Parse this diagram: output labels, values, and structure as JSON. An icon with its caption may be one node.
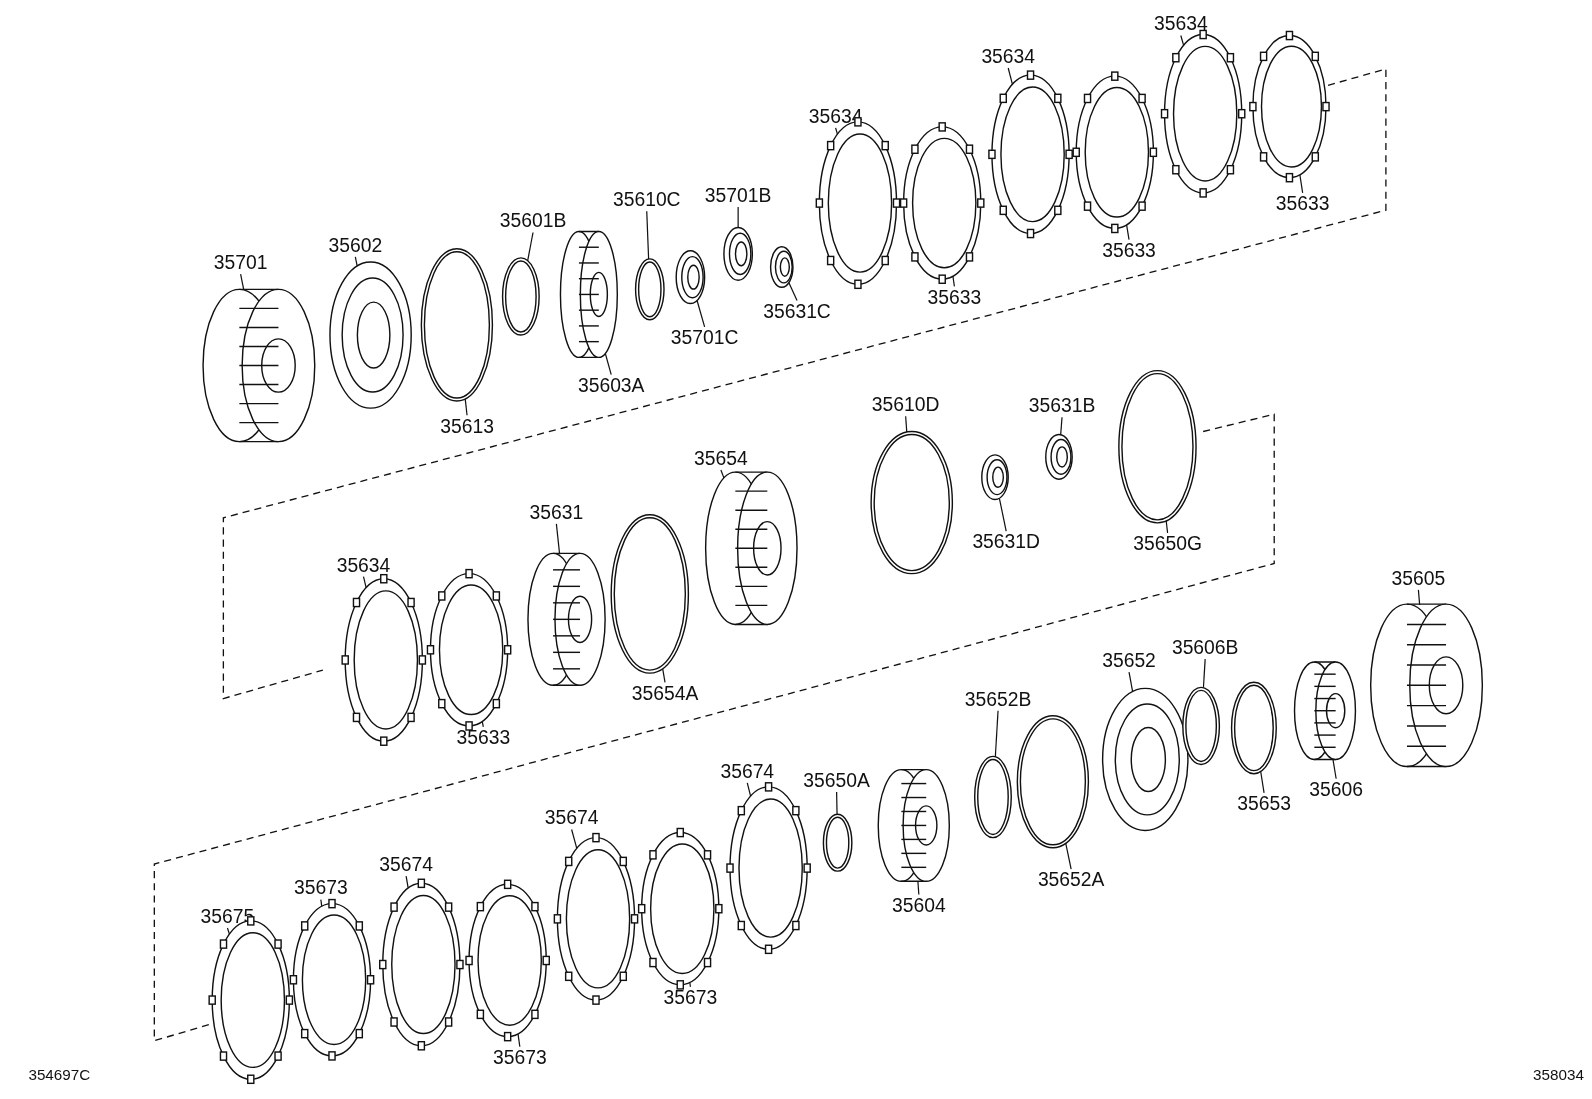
{
  "diagram": {
    "nodes": [
      {
        "text": [
          "35701"
        ]
      },
      {
        "text": [],
        "shape": "picture"
      },
      {
        "text": [
          "35602"
        ]
      },
      {
        "text": [],
        "shape": "picture"
      },
      {
        "text": [
          "35613"
        ]
      },
      {
        "text": [],
        "shape": "picture"
      },
      {
        "text": [
          "35601B"
        ]
      },
      {
        "text": [],
        "shape": "picture"
      },
      {
        "text": [
          "35603A"
        ]
      },
      {
        "text": [],
        "shape": "picture"
      },
      {
        "text": [
          "35610C"
        ]
      },
      {
        "text": [],
        "shape": "picture"
      },
      {
        "text": [
          "35701C"
        ]
      },
      {
        "text": [],
        "shape": "picture"
      },
      {
        "text": [
          "35701B"
        ]
      },
      {
        "text": [],
        "shape": "picture"
      },
      {
        "text": [
          "35631C"
        ]
      },
      {
        "text": [],
        "shape": "picture"
      },
      {
        "text": [
          "35634"
        ]
      },
      {
        "text": [],
        "shape": "picture"
      },
      {
        "text": [
          "35633"
        ]
      },
      {
        "text": [],
        "shape": "picture"
      },
      {
        "text": [
          "35634"
        ]
      },
      {
        "text": [],
        "shape": "picture"
      },
      {
        "text": [
          "35633"
        ]
      },
      {
        "text": [],
        "shape": "picture"
      },
      {
        "text": [
          "35634"
        ]
      },
      {
        "text": [],
        "shape": "picture"
      },
      {
        "text": [
          "35633"
        ]
      },
      {
        "text": [],
        "shape": "picture"
      },
      {
        "text": [
          "35634"
        ]
      },
      {
        "text": [],
        "shape": "picture"
      },
      {
        "text": [
          "35633"
        ]
      },
      {
        "text": [],
        "shape": "picture"
      },
      {
        "text": [
          "35631"
        ]
      },
      {
        "text": [],
        "shape": "picture"
      },
      {
        "text": [
          "35654A"
        ]
      },
      {
        "text": [],
        "shape": "picture"
      },
      {
        "text": [
          "35654"
        ]
      },
      {
        "text": [],
        "shape": "picture"
      },
      {
        "text": [
          "35610D"
        ]
      },
      {
        "text": [],
        "shape": "picture"
      },
      {
        "text": [
          "35631D"
        ]
      },
      {
        "text": [],
        "shape": "picture"
      },
      {
        "text": [
          "35631B"
        ]
      },
      {
        "text": [],
        "shape": "picture"
      },
      {
        "text": [
          "35650G"
        ]
      },
      {
        "text": [],
        "shape": "picture"
      },
      {
        "text": [
          "35675"
        ]
      },
      {
        "text": [],
        "shape": "picture"
      },
      {
        "text": [
          "35673"
        ]
      },
      {
        "text": [],
        "shape": "picture"
      },
      {
        "text": [
          "35674"
        ]
      },
      {
        "text": [],
        "shape": "picture"
      },
      {
        "text": [
          "35673"
        ]
      },
      {
        "text": [],
        "shape": "picture"
      },
      {
        "text": [
          "35674"
        ]
      },
      {
        "text": [],
        "shape": "picture"
      },
      {
        "text": [
          "35673"
        ]
      },
      {
        "text": [],
        "shape": "picture"
      },
      {
        "text": [
          "35674"
        ]
      },
      {
        "text": [],
        "shape": "picture"
      },
      {
        "text": [
          "35650A"
        ]
      },
      {
        "text": [],
        "shape": "picture"
      },
      {
        "text": [
          "35604"
        ]
      },
      {
        "text": [],
        "shape": "picture"
      },
      {
        "text": [
          "35652B"
        ]
      },
      {
        "text": [],
        "shape": "picture"
      },
      {
        "text": [
          "35652A"
        ]
      },
      {
        "text": [],
        "shape": "picture"
      },
      {
        "text": [
          "35652"
        ]
      },
      {
        "text": [],
        "shape": "picture"
      },
      {
        "text": [
          "35606B"
        ]
      },
      {
        "text": [],
        "shape": "picture"
      },
      {
        "text": [
          "35653"
        ]
      },
      {
        "text": [],
        "shape": "picture"
      },
      {
        "text": [
          "35606"
        ]
      },
      {
        "text": [],
        "shape": "picture"
      },
      {
        "text": [
          "35605"
        ]
      },
      {
        "text": [],
        "shape": "picture"
      }
    ],
    "edges": [
      {
        "from": 0,
        "to": 1,
        "arrow": "none"
      },
      {
        "from": 2,
        "to": 3,
        "arrow": "none"
      },
      {
        "from": 4,
        "to": 5,
        "arrow": "none"
      },
      {
        "from": 6,
        "to": 7,
        "arrow": "none"
      },
      {
        "from": 8,
        "to": 9,
        "arrow": "none"
      },
      {
        "from": 10,
        "to": 11,
        "arrow": "none"
      },
      {
        "from": 12,
        "to": 13,
        "arrow": "none"
      },
      {
        "from": 14,
        "to": 15,
        "arrow": "none"
      },
      {
        "from": 16,
        "to": 17,
        "arrow": "none"
      },
      {
        "from": 18,
        "to": 19,
        "arrow": "none"
      },
      {
        "from": 20,
        "to": 21,
        "arrow": "none"
      },
      {
        "from": 22,
        "to": 23,
        "arrow": "none"
      },
      {
        "from": 24,
        "to": 25,
        "arrow": "none"
      },
      {
        "from": 26,
        "to": 27,
        "arrow": "none"
      },
      {
        "from": 28,
        "to": 29,
        "arrow": "none"
      },
      {
        "from": 30,
        "to": 31,
        "arrow": "none"
      },
      {
        "from": 32,
        "to": 33,
        "arrow": "none"
      },
      {
        "from": 34,
        "to": 35,
        "arrow": "none"
      },
      {
        "from": 36,
        "to": 37,
        "arrow": "none"
      },
      {
        "from": 38,
        "to": 39,
        "arrow": "none"
      },
      {
        "from": 40,
        "to": 41,
        "arrow": "none"
      },
      {
        "from": 42,
        "to": 43,
        "arrow": "none"
      },
      {
        "from": 44,
        "to": 45,
        "arrow": "none"
      },
      {
        "from": 46,
        "to": 47,
        "arrow": "none"
      },
      {
        "from": 48,
        "to": 49,
        "arrow": "none"
      },
      {
        "from": 50,
        "to": 51,
        "arrow": "none"
      },
      {
        "from": 52,
        "to": 53,
        "arrow": "none"
      },
      {
        "from": 54,
        "to": 55,
        "arrow": "none"
      },
      {
        "from": 56,
        "to": 57,
        "arrow": "none"
      },
      {
        "from": 58,
        "to": 59,
        "arrow": "none"
      },
      {
        "from": 60,
        "to": 61,
        "arrow": "none"
      },
      {
        "from": 62,
        "to": 63,
        "arrow": "none"
      },
      {
        "from": 64,
        "to": 65,
        "arrow": "none"
      },
      {
        "from": 66,
        "to": 67,
        "arrow": "none"
      },
      {
        "from": 68,
        "to": 69,
        "arrow": "none"
      },
      {
        "from": 70,
        "to": 71,
        "arrow": "none"
      },
      {
        "from": 72,
        "to": 73,
        "arrow": "none"
      },
      {
        "from": 74,
        "to": 75,
        "arrow": "none"
      },
      {
        "from": 76,
        "to": 77,
        "arrow": "none"
      },
      {
        "from": 78,
        "to": 79,
        "arrow": "none"
      }
    ],
    "labels": [
      "354697C",
      "358034"
    ]
  }
}
